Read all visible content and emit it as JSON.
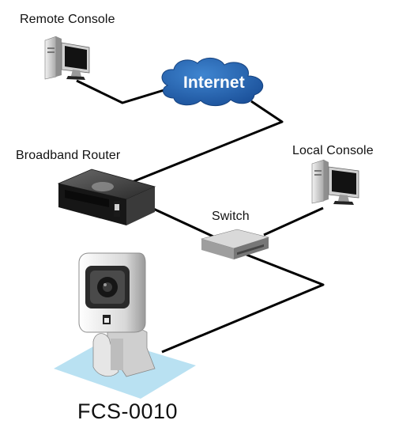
{
  "labels": {
    "remote_console": "Remote Console",
    "internet": "Internet",
    "broadband_router": "Broadband Router",
    "local_console": "Local Console",
    "switch": "Switch",
    "camera_model": "FCS-0010"
  },
  "colors": {
    "cloud": "#1f5eaa",
    "link": "#000000",
    "floor": "#b9e1f2"
  }
}
